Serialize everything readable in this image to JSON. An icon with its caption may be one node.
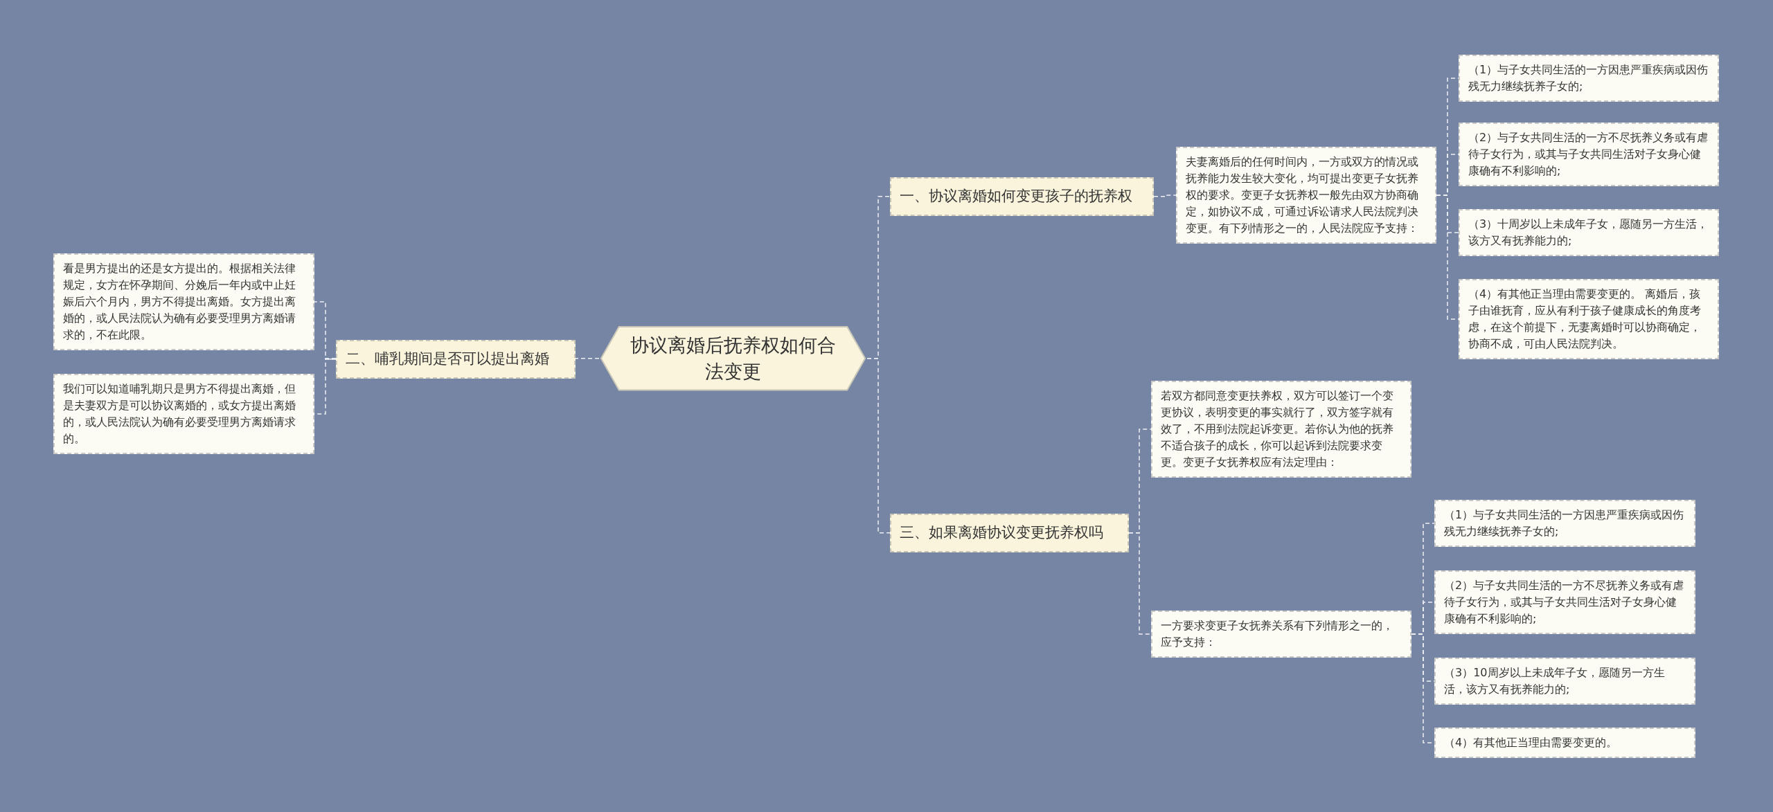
{
  "diagram": {
    "nodes": [
      {
        "text": [
          "协议离婚后抚养权如何合法变更"
        ]
      },
      {
        "text": [
          "一、协议离婚如何变更孩子的抚养权"
        ]
      },
      {
        "text": [
          "夫妻离婚后的任何时间内，一方或双方的情况或抚养能力发生较大变化，均可提出变更子女抚养权的要求。变更子女抚养权一般先由双方协商确定，如协议不成，可通过诉讼请求人民法院判决变更。有下列情形之一的，人民法院应予支持："
        ]
      },
      {
        "text": [
          "（1）与子女共同生活的一方因患严重疾病或因伤残无力继续抚养子女的;"
        ]
      },
      {
        "text": [
          "（2）与子女共同生活的一方不尽抚养义务或有虐待子女行为，或其与子女共同生活对子女身心健康确有不利影响的;"
        ]
      },
      {
        "text": [
          "（3）十周岁以上未成年子女，愿随另一方生活，该方又有抚养能力的;"
        ]
      },
      {
        "text": [
          "（4）有其他正当理由需要变更的。 离婚后，孩子由谁抚育，应从有利于孩子健康成长的角度考虑，在这个前提下，无妻离婚时可以协商确定，协商不成，可由人民法院判决。"
        ]
      },
      {
        "text": [
          "二、哺乳期间是否可以提出离婚"
        ]
      },
      {
        "text": [
          "看是男方提出的还是女方提出的。根据相关法律规定，女方在怀孕期间、分娩后一年内或中止妊娠后六个月内，男方不得提出离婚。女方提出离婚的，或人民法院认为确有必要受理男方离婚请求的，不在此限。"
        ]
      },
      {
        "text": [
          "我们可以知道哺乳期只是男方不得提出离婚，但是夫妻双方是可以协议离婚的，或女方提出离婚的，或人民法院认为确有必要受理男方离婚请求的。"
        ]
      },
      {
        "text": [
          "三、如果离婚协议变更抚养权吗"
        ]
      },
      {
        "text": [
          "若双方都同意变更扶养权，双方可以签订一个变更协议，表明变更的事实就行了，双方签字就有效了，不用到法院起诉变更。若你认为他的抚养不适合孩子的成长，你可以起诉到法院要求变更。变更子女抚养权应有法定理由："
        ]
      },
      {
        "text": [
          "一方要求变更子女抚养关系有下列情形之一的，应予支持："
        ]
      },
      {
        "text": [
          "（1）与子女共同生活的一方因患严重疾病或因伤残无力继续抚养子女的;"
        ]
      },
      {
        "text": [
          "（2）与子女共同生活的一方不尽抚养义务或有虐待子女行为，或其与子女共同生活对子女身心健康确有不利影响的;"
        ]
      },
      {
        "text": [
          "（3）10周岁以上未成年子女，愿随另一方生活，该方又有抚养能力的;"
        ]
      },
      {
        "text": [
          "（4）有其他正当理由需要变更的。"
        ]
      }
    ],
    "edges": [
      {
        "from": 0,
        "to": 1,
        "arrow": "none"
      },
      {
        "from": 1,
        "to": 2,
        "arrow": "none"
      },
      {
        "from": 2,
        "to": 3,
        "arrow": "none"
      },
      {
        "from": 2,
        "to": 4,
        "arrow": "none"
      },
      {
        "from": 2,
        "to": 5,
        "arrow": "none"
      },
      {
        "from": 2,
        "to": 6,
        "arrow": "none"
      },
      {
        "from": 0,
        "to": 7,
        "arrow": "none"
      },
      {
        "from": 7,
        "to": 8,
        "arrow": "none"
      },
      {
        "from": 7,
        "to": 9,
        "arrow": "none"
      },
      {
        "from": 0,
        "to": 10,
        "arrow": "none"
      },
      {
        "from": 10,
        "to": 11,
        "arrow": "none"
      },
      {
        "from": 10,
        "to": 12,
        "arrow": "none"
      },
      {
        "from": 12,
        "to": 13,
        "arrow": "none"
      },
      {
        "from": 12,
        "to": 14,
        "arrow": "none"
      },
      {
        "from": 12,
        "to": 15,
        "arrow": "none"
      },
      {
        "from": 12,
        "to": 16,
        "arrow": "none"
      }
    ]
  }
}
